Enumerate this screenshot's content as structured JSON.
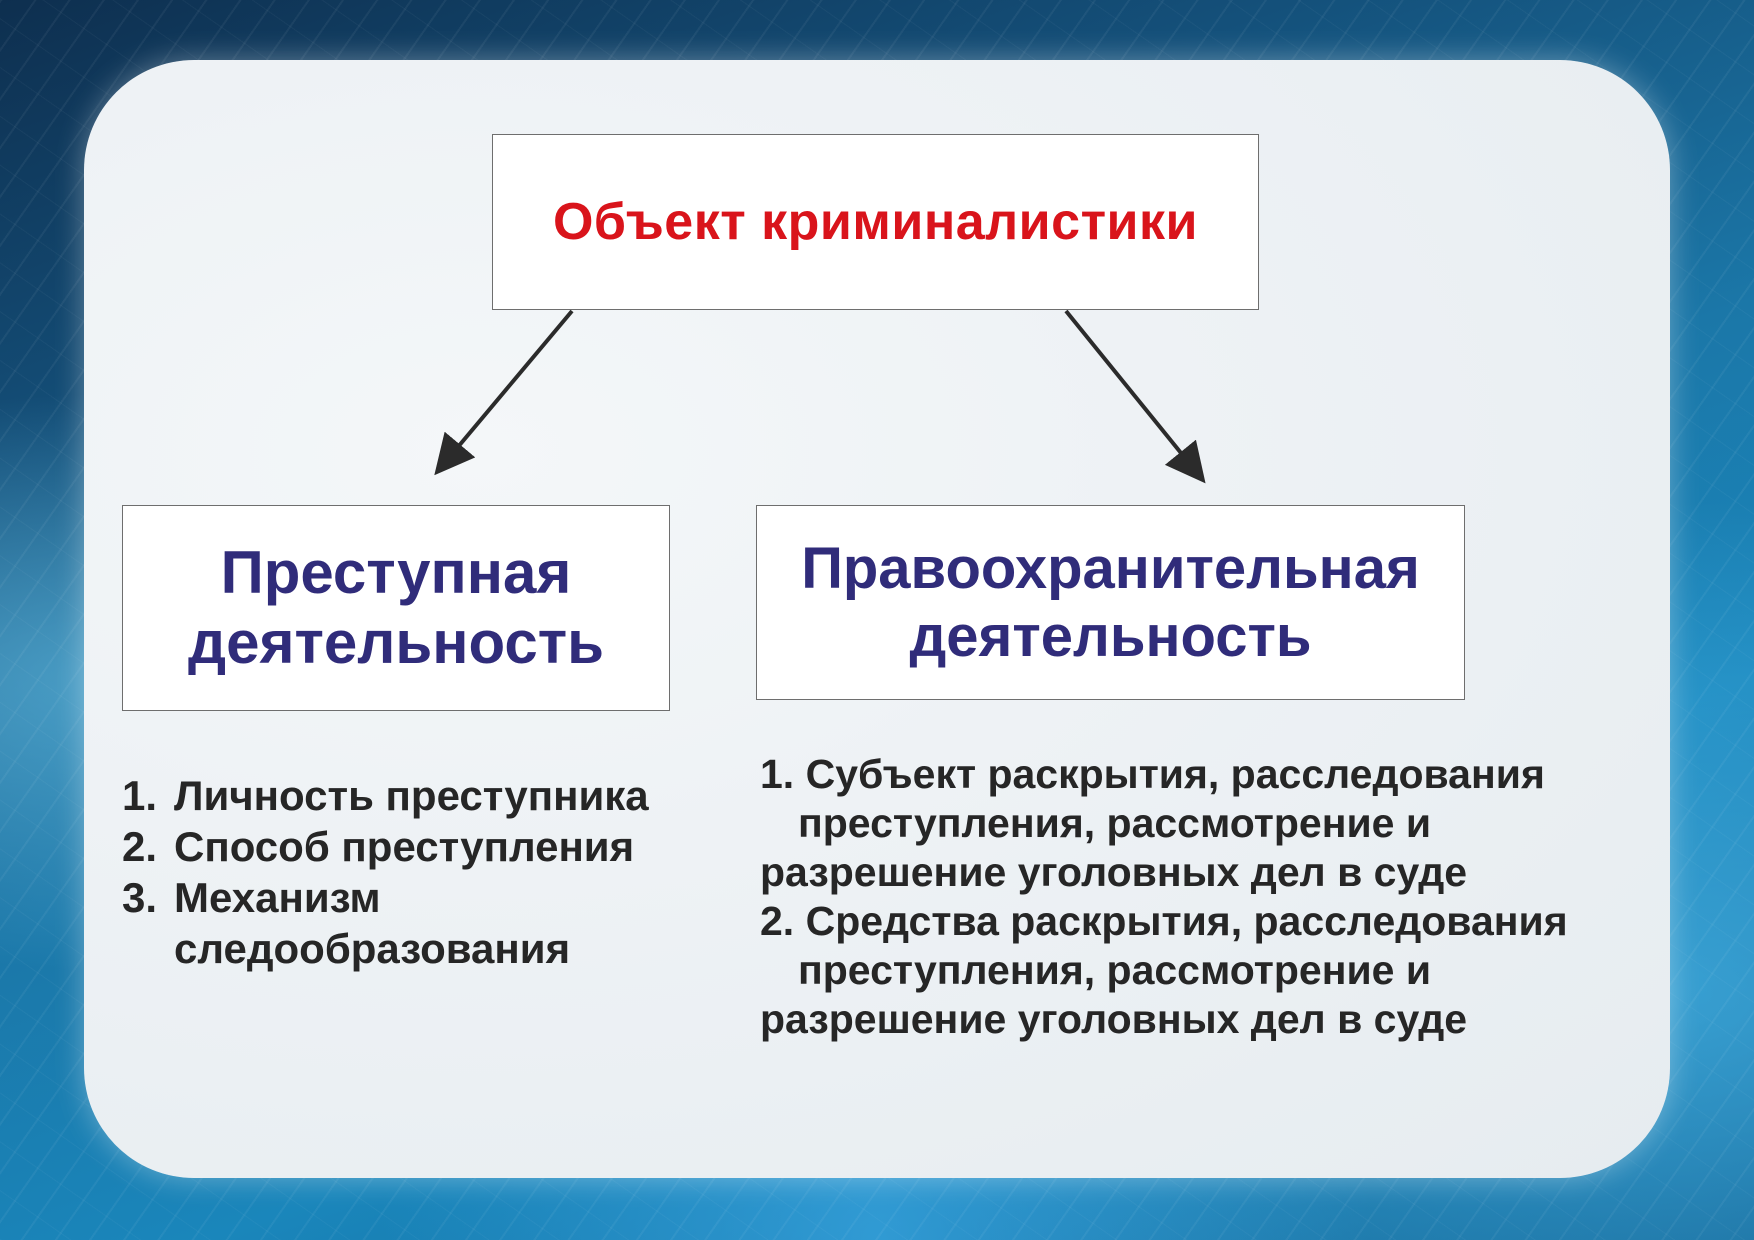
{
  "diagram": {
    "top_box": {
      "title": "Объект криминалистики"
    },
    "left_box": {
      "line1": "Преступная",
      "line2": "деятельность"
    },
    "right_box": {
      "line1": "Правоохранительная",
      "line2": "деятельность"
    },
    "left_list": [
      {
        "num": "1.",
        "lines": [
          "Личность преступника"
        ]
      },
      {
        "num": "2.",
        "lines": [
          "Способ преступления"
        ]
      },
      {
        "num": "3.",
        "lines": [
          "Механизм",
          "следообразования"
        ]
      }
    ],
    "right_list": [
      {
        "first": "1. Субъект раскрытия, расследования",
        "second": "преступления, рассмотрение и",
        "third": "разрешение уголовных дел в суде"
      },
      {
        "first": "2. Средства раскрытия, расследования",
        "second": "преступления, рассмотрение и",
        "third": "разрешение уголовных дел в суде"
      }
    ],
    "colors": {
      "title_red": "#d9141b",
      "heading_navy": "#302c7a",
      "list_text": "#262626",
      "arrow": "#2b2b2b"
    }
  }
}
